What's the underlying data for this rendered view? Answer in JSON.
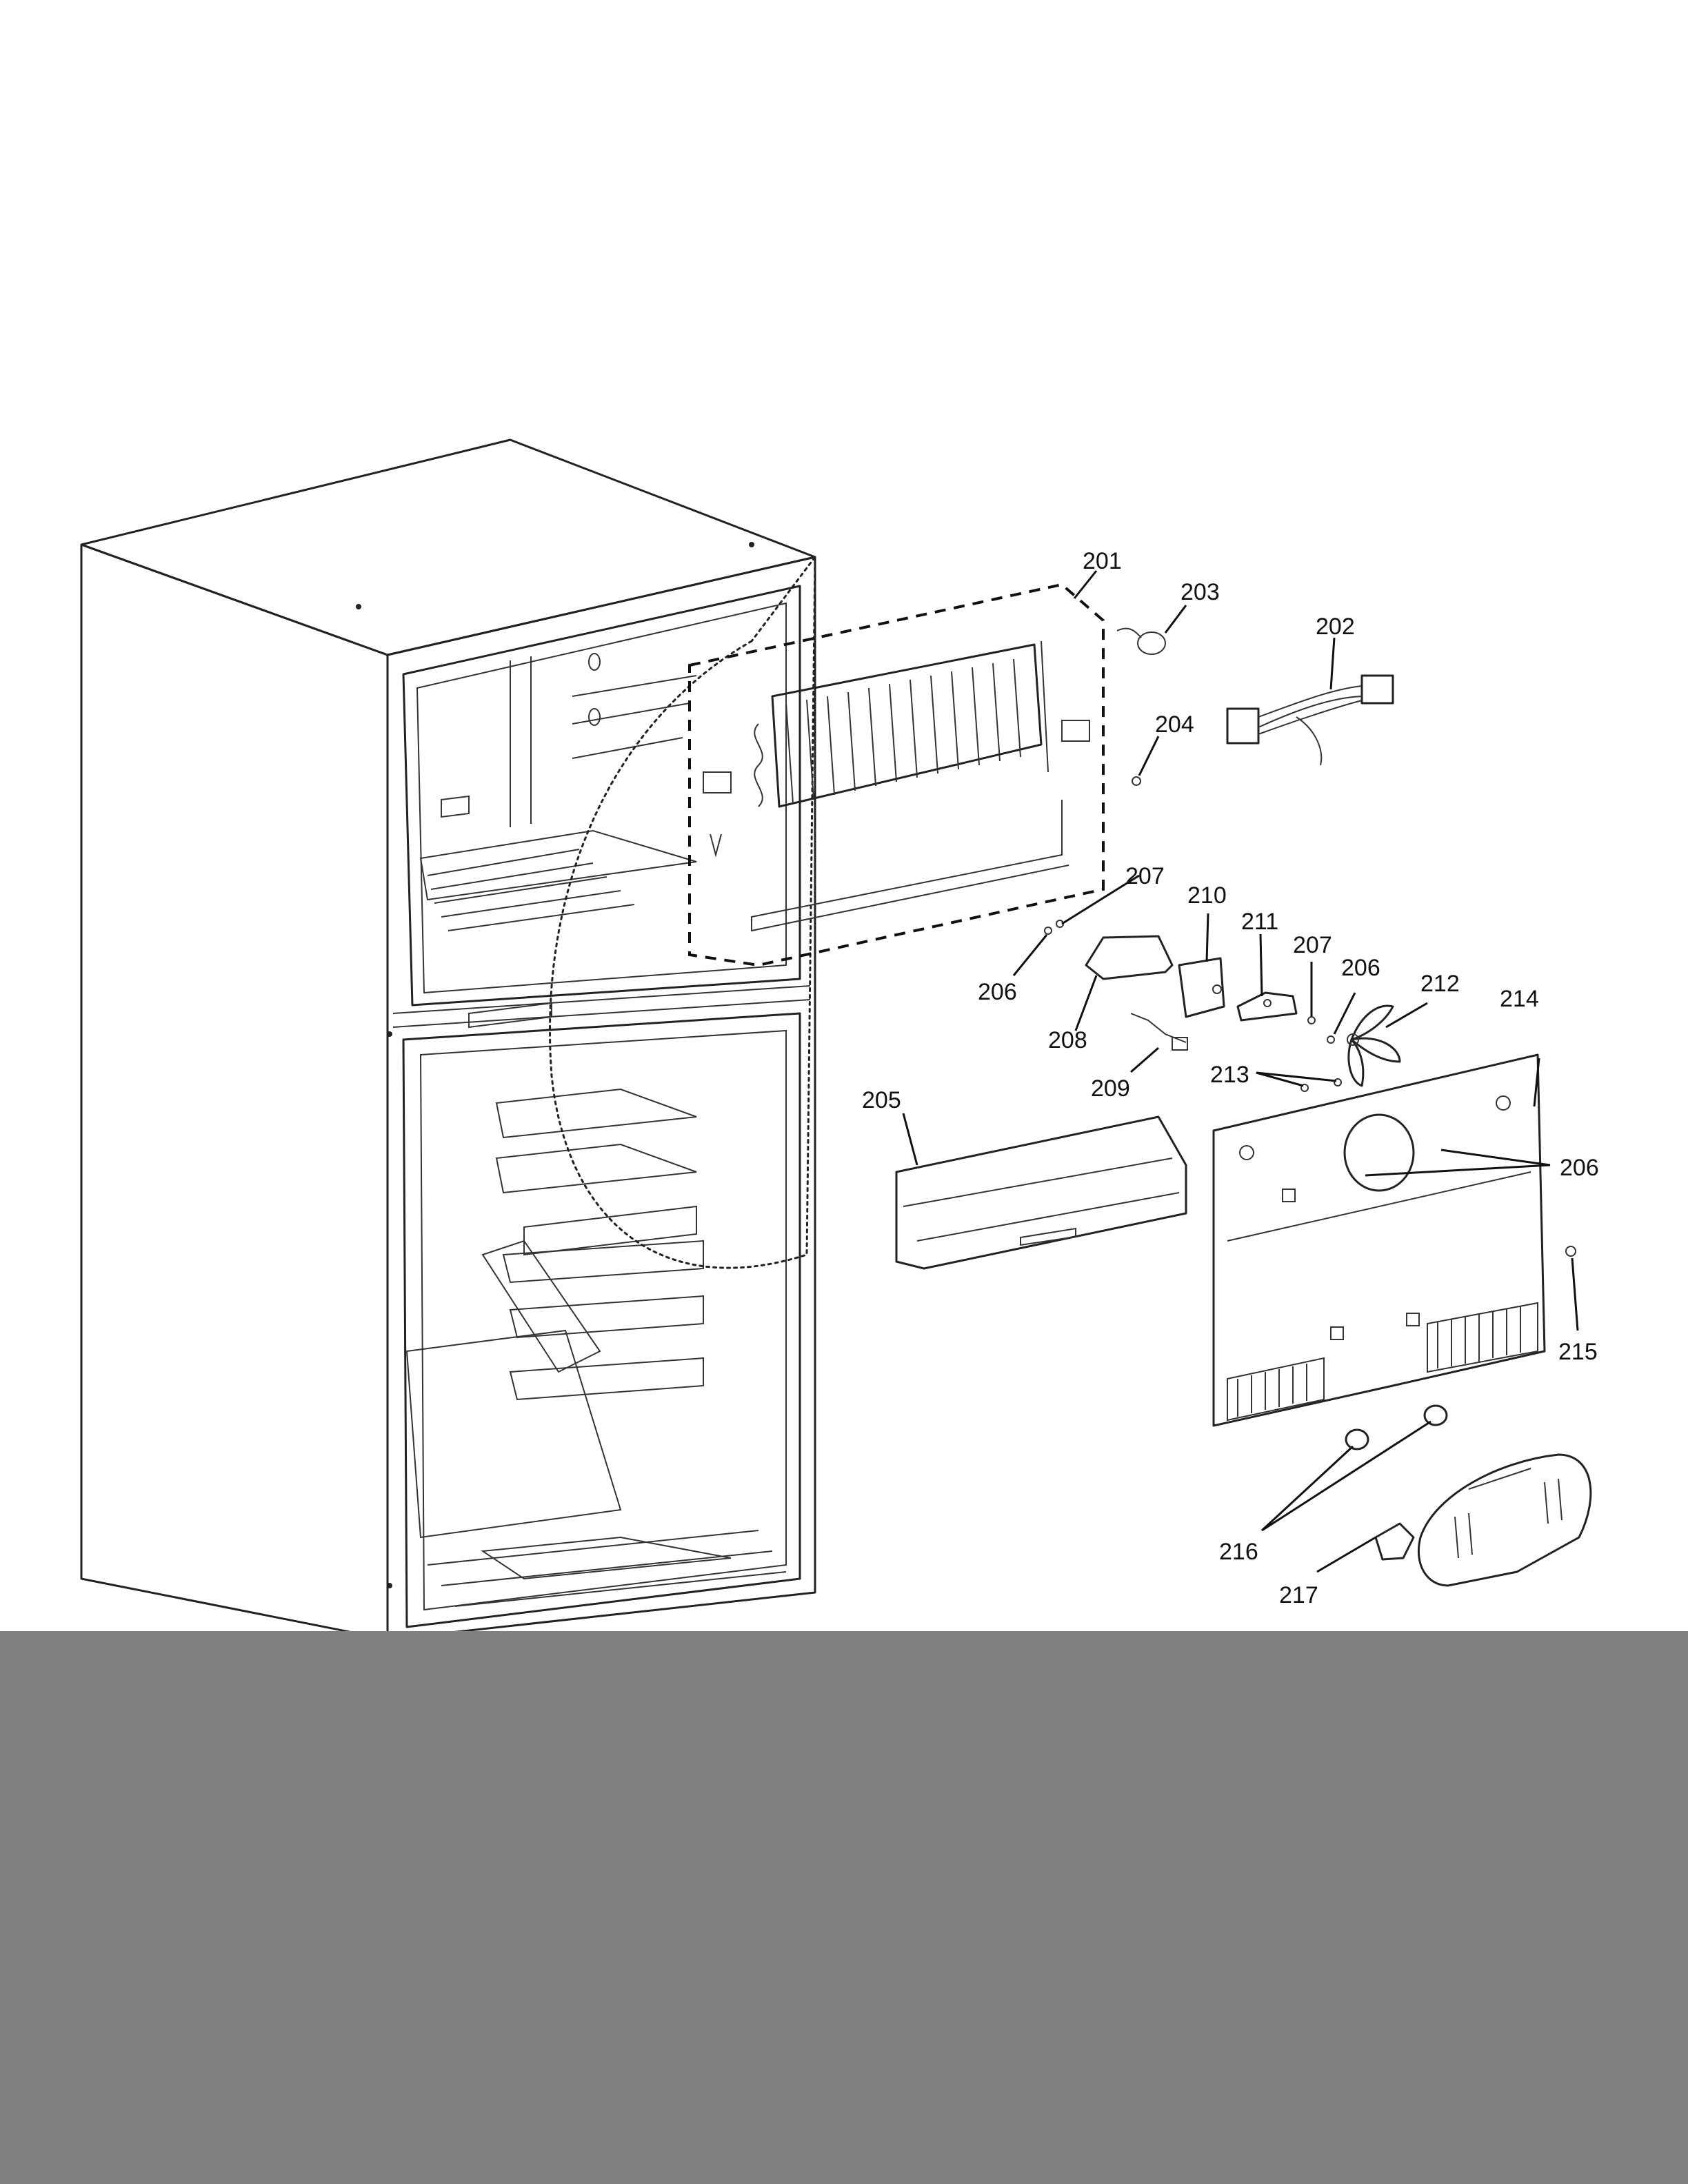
{
  "callouts": {
    "c201": "201",
    "c202": "202",
    "c203": "203",
    "c204": "204",
    "c205": "205",
    "c206a": "206",
    "c206b": "206",
    "c206c": "206",
    "c207a": "207",
    "c207b": "207",
    "c208": "208",
    "c209": "209",
    "c210": "210",
    "c211": "211",
    "c212": "212",
    "c213": "213",
    "c214": "214",
    "c215": "215",
    "c216": "216",
    "c217": "217"
  },
  "colors": {
    "background": "#ffffff",
    "linework": "#222222",
    "gray_band": "#808080"
  }
}
